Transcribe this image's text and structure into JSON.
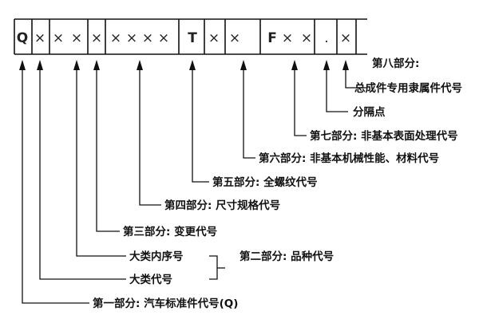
{
  "code_cells": [
    "Q",
    "×",
    "×",
    "×",
    "×",
    "×",
    "×",
    "×",
    "×",
    "T",
    "×",
    "×",
    "F",
    "×",
    "×",
    ".",
    "×"
  ],
  "labels": {
    "part8_title": "第八部分:",
    "part8": "总成件专用隶属件代号",
    "separator": "分隔点",
    "part7": "第七部分: 非基本表面处理代号",
    "part6": "第六部分: 非基本机械性能、材料代号",
    "part5": "第五部分: 全螺纹代号",
    "part4": "第四部分: 尺寸规格代号",
    "part3": "第三部分: 变更代号",
    "part2a": "大类内序号",
    "part2": "第二部分: 品种代号",
    "part2b": "大类代号",
    "part1": "第一部分: 汽车标准件代号(Q)"
  }
}
